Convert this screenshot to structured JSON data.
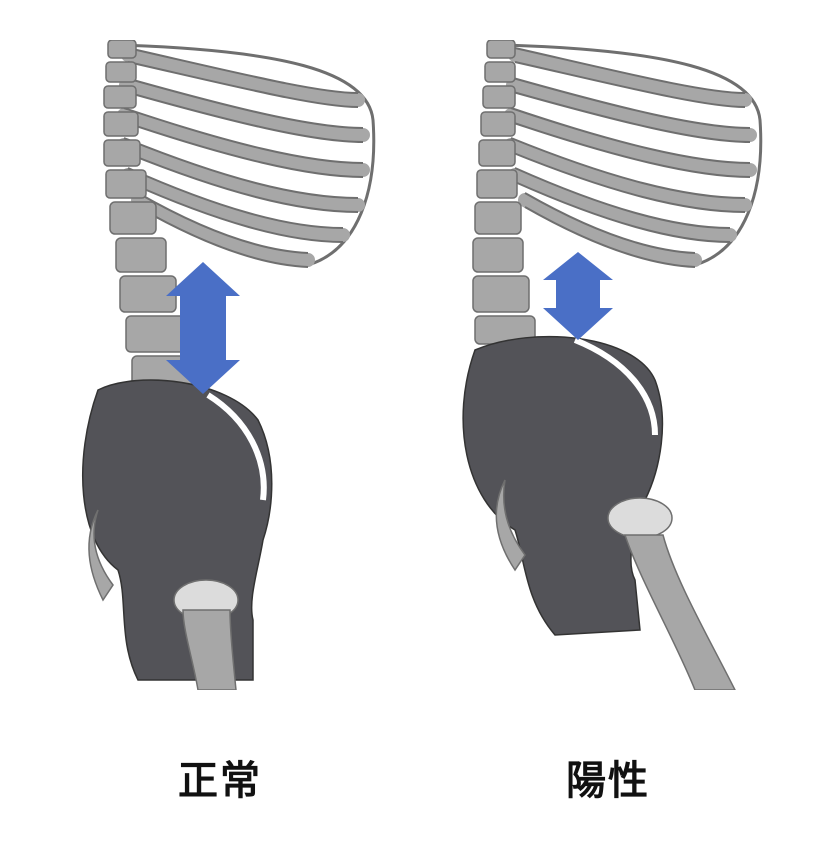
{
  "labels": {
    "normal": "正常",
    "positive": "陽性"
  },
  "colors": {
    "bone": "#a7a7a7",
    "bone_outline": "#6f6f6f",
    "pelvis": "#535358",
    "arrow": "#4a6fc6",
    "cartilage": "#dcdcdc"
  },
  "icons": {
    "arrow": "double-headed-vertical-arrow"
  }
}
